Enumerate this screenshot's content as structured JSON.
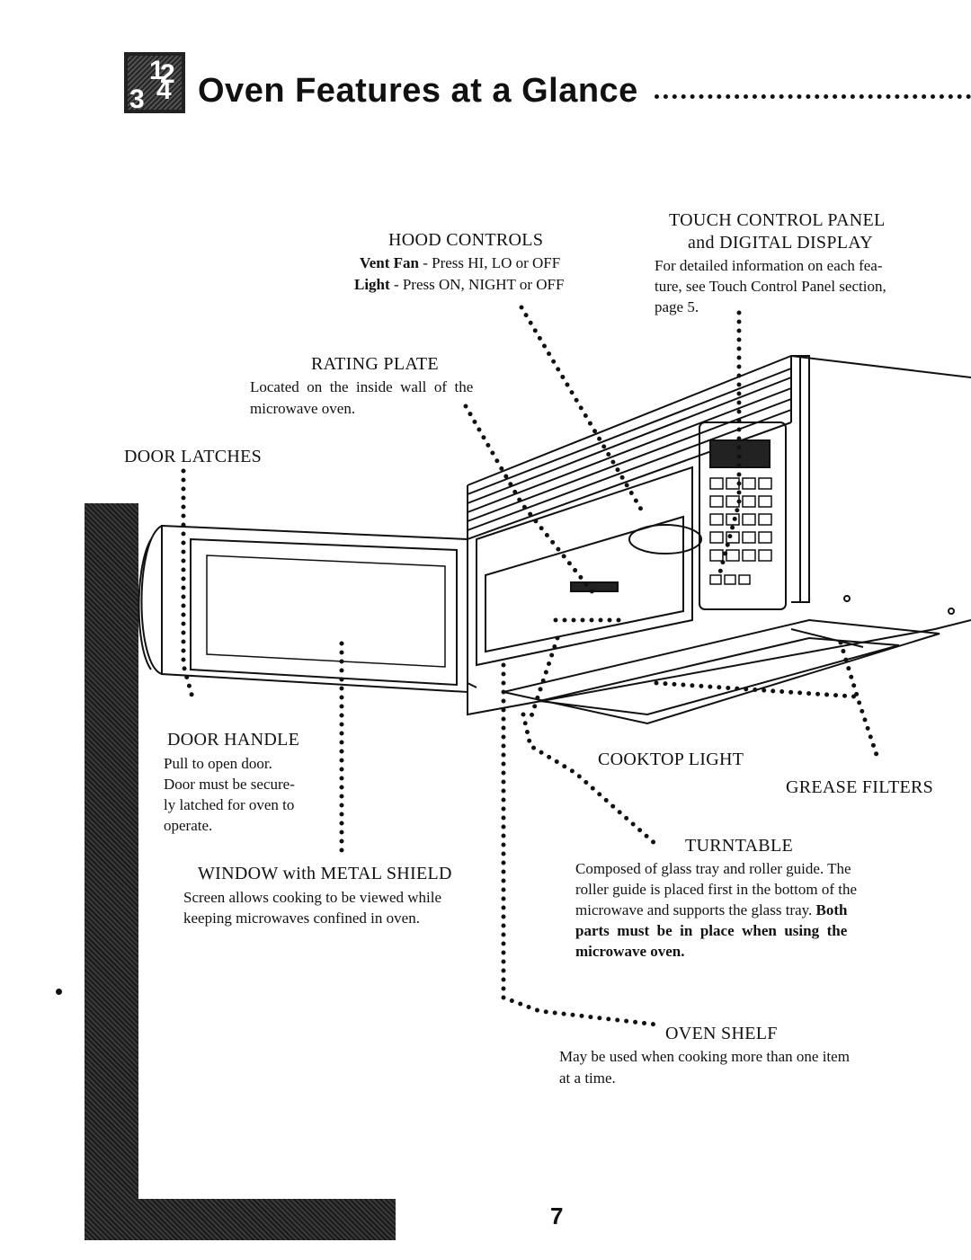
{
  "header": {
    "logo_icon": "fraction-numbers-icon",
    "title": "Oven Features at a Glance"
  },
  "labels": {
    "hood_controls": {
      "heading": "HOOD CONTROLS",
      "vent_fan_term": "Vent Fan",
      "vent_fan_text": " - Press HI, LO or OFF",
      "light_term": "Light",
      "light_text": " - Press ON, NIGHT or OFF"
    },
    "touch_control": {
      "heading_line1": "TOUCH CONTROL PANEL",
      "heading_line2": "and DIGITAL DISPLAY",
      "body_line1": "For detailed information on each fea-",
      "body_line2": "ture, see Touch Control Panel section,",
      "body_line3": "page 5."
    },
    "rating_plate": {
      "heading": "RATING PLATE",
      "body_line1": "Located  on  the  inside  wall  of  the",
      "body_line2": "microwave oven."
    },
    "door_latches": {
      "heading": "DOOR LATCHES"
    },
    "door_handle": {
      "heading": "DOOR HANDLE",
      "body_line1": "Pull to open door.",
      "body_line2": "Door must be secure-",
      "body_line3": "ly latched for oven to",
      "body_line4": "operate."
    },
    "cooktop_light": {
      "heading": "COOKTOP LIGHT"
    },
    "grease_filters": {
      "heading": "GREASE FILTERS"
    },
    "turntable": {
      "heading": "TURNTABLE",
      "body_line1": "Composed of glass tray and roller guide.  The",
      "body_line2": "roller guide is placed first in the bottom of the",
      "body_line3": "microwave and supports the glass tray.",
      "body_bold_inline": "Both",
      "body_bold_line4": "parts  must  be  in  place  when  using  the",
      "body_bold_line5": "microwave oven."
    },
    "window": {
      "heading": "WINDOW with METAL SHIELD",
      "body_line1": "Screen allows cooking to be viewed while",
      "body_line2": "keeping microwaves confined in oven."
    },
    "oven_shelf": {
      "heading": "OVEN SHELF",
      "body_line1": "May be used when cooking more than one item",
      "body_line2": "at a time."
    }
  },
  "page_number": "7"
}
